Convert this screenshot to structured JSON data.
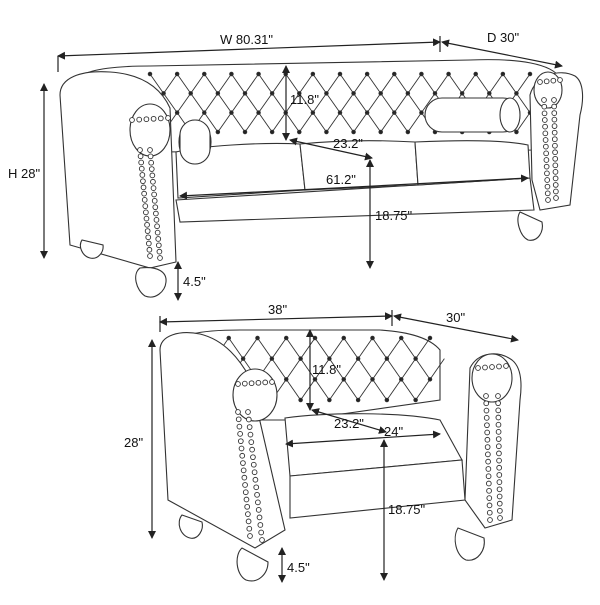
{
  "sofa": {
    "width": "W 80.31\"",
    "depth": "D 30\"",
    "height": "H 28\"",
    "back_height": "11.8\"",
    "seat_depth": "23.2\"",
    "seat_width": "61.2\"",
    "seat_height": "18.75\"",
    "leg_height": "4.5\""
  },
  "chair": {
    "width": "38\"",
    "depth": "30\"",
    "height": "28\"",
    "back_height": "11.8\"",
    "seat_depth": "23.2\"",
    "seat_width": "24\"",
    "seat_height": "18.75\"",
    "leg_height": "4.5\""
  }
}
